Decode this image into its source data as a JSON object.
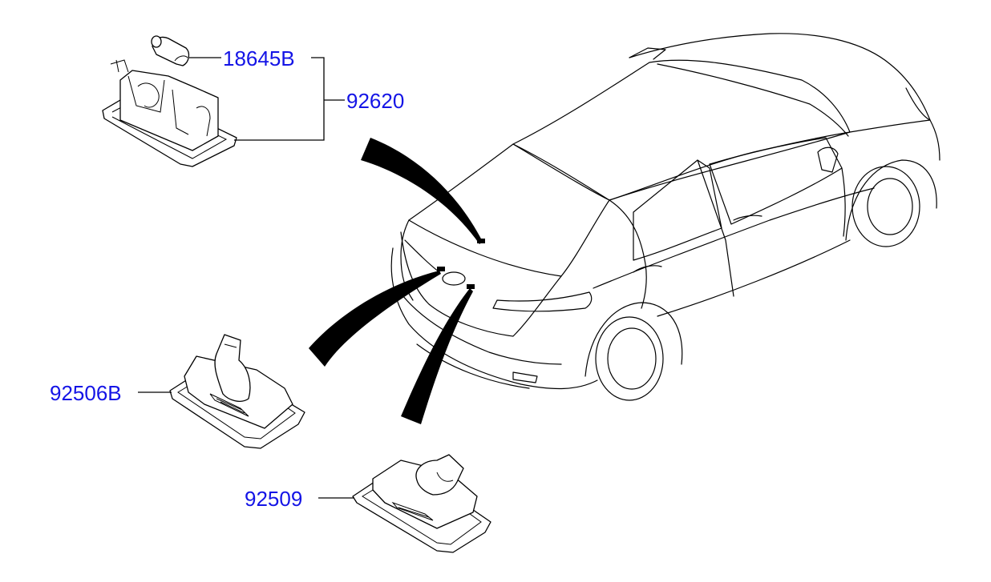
{
  "callouts": {
    "bulb": "18645B",
    "lamp_assy_overhead": "92620",
    "plate_lamp_left": "92506B",
    "plate_lamp_right": "92509"
  },
  "colors": {
    "callout_text": "#1414e6",
    "line": "#000000",
    "background": "#ffffff"
  }
}
